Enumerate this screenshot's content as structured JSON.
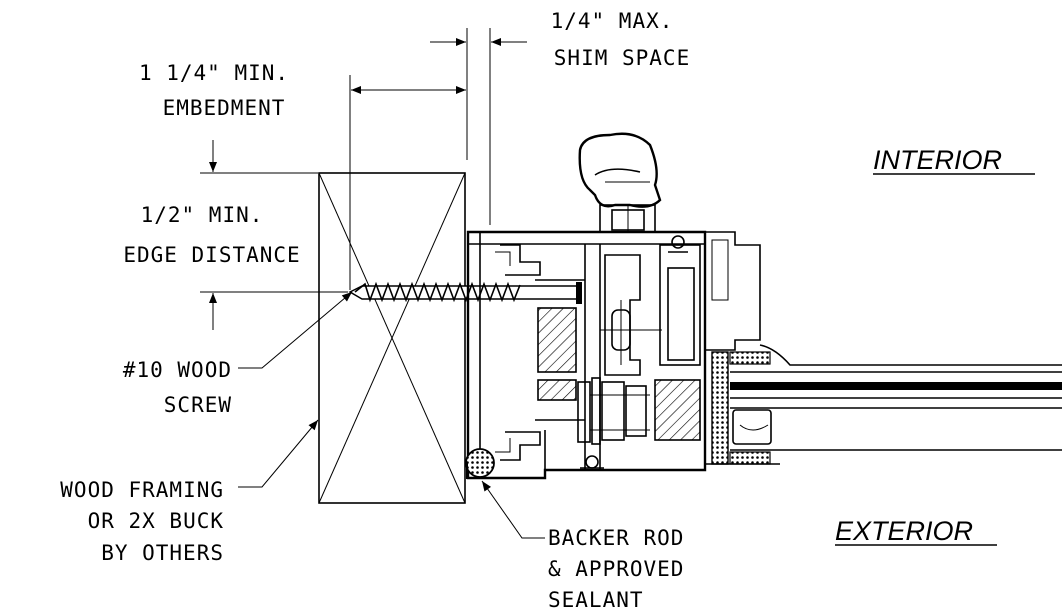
{
  "labels": {
    "shim_1": "1/4\" MAX.",
    "shim_2": "SHIM SPACE",
    "embed_1": "1 1/4\" MIN.",
    "embed_2": "EMBEDMENT",
    "edge_1": "1/2\" MIN.",
    "edge_2": "EDGE DISTANCE",
    "screw_1": "#10 WOOD",
    "screw_2": "SCREW",
    "framing_1": "WOOD FRAMING",
    "framing_2": "OR 2X BUCK",
    "framing_3": "BY OTHERS",
    "backer_1": "BACKER ROD",
    "backer_2": "& APPROVED",
    "backer_3": "SEALANT",
    "interior": "INTERIOR",
    "exterior": "EXTERIOR"
  }
}
